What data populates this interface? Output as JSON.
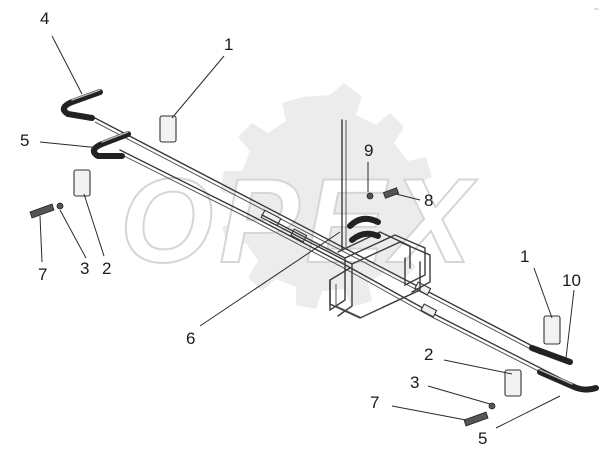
{
  "watermark": {
    "text": "OPEX"
  },
  "corner_mark": "~",
  "callouts": {
    "c4": "4",
    "c1_top": "1",
    "c5_left": "5",
    "c9": "9",
    "c8": "8",
    "c7_left": "7",
    "c3_left": "3",
    "c2_left": "2",
    "c1_right": "1",
    "c10": "10",
    "c6": "6",
    "c2_right": "2",
    "c3_right": "3",
    "c7_right": "7",
    "c5_right": "5"
  }
}
